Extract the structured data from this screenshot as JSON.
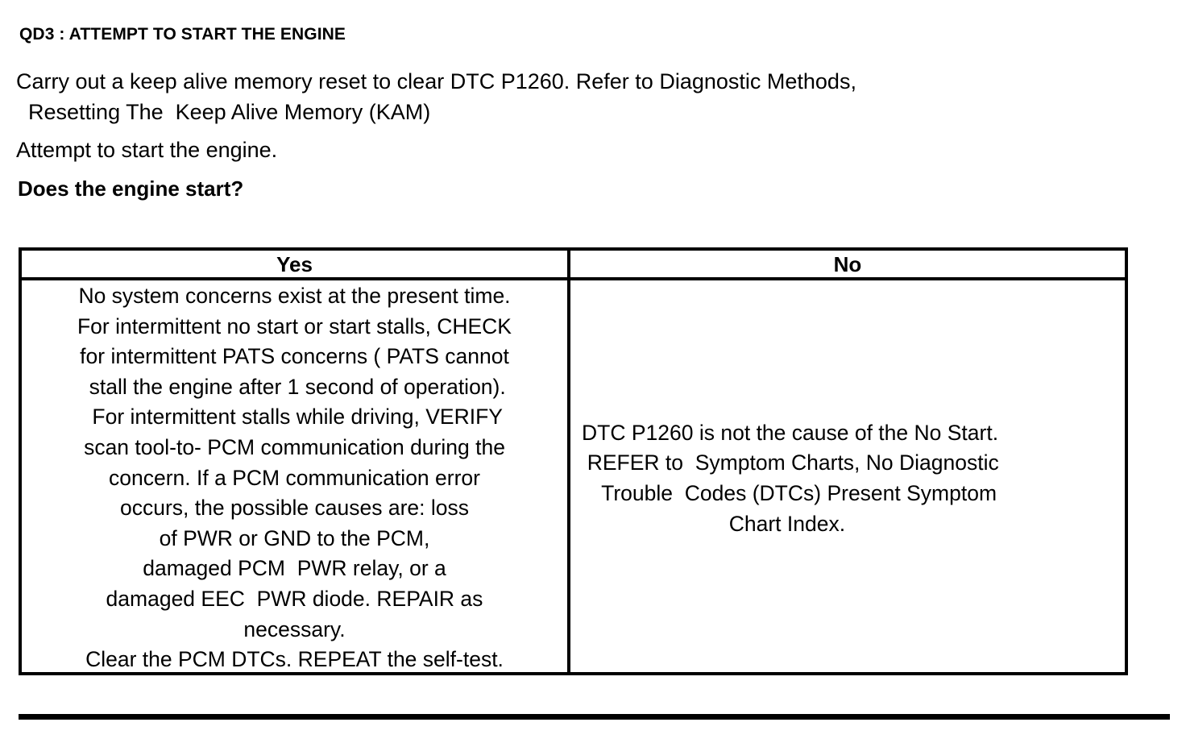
{
  "document": {
    "title": "QD3 : ATTEMPT TO START THE ENGINE",
    "intro": {
      "paragraph_1": "Carry out a keep alive memory reset to clear DTC P1260. Refer to Diagnostic Methods,\n  Resetting The  Keep Alive Memory (KAM)",
      "paragraph_2": "Attempt to start the engine.",
      "question": "Does the engine start?"
    },
    "table": {
      "columns": [
        {
          "header": "Yes"
        },
        {
          "header": "No"
        }
      ],
      "rows": [
        {
          "yes": "No system concerns exist at the present time.\nFor intermittent no start or start stalls, CHECK\nfor intermittent PATS concerns ( PATS cannot\n stall the engine after 1 second of operation).\n For intermittent stalls while driving, VERIFY\nscan tool-to- PCM communication during the\nconcern. If a PCM communication error\noccurs, the possible causes are: loss\nof PWR or GND to the PCM,\ndamaged PCM  PWR relay, or a\ndamaged EEC  PWR diode. REPAIR as\nnecessary.\nClear the PCM DTCs. REPEAT the self-test.",
          "no": " DTC P1260 is not the cause of the No Start.\n  REFER to  Symptom Charts, No Diagnostic\n    Trouble  Codes (DTCs) Present Symptom\nChart Index."
        }
      ]
    },
    "colors": {
      "ink": "#000000",
      "page": "#ffffff"
    }
  }
}
